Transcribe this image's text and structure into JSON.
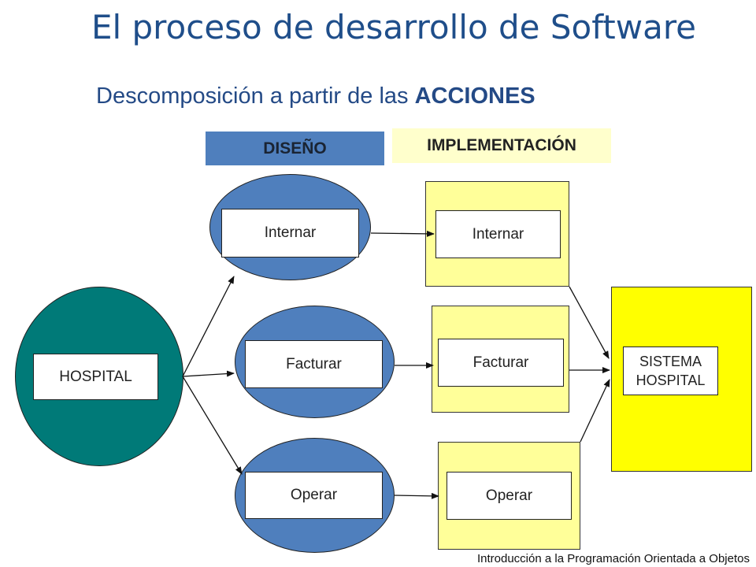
{
  "title": "El proceso de desarrollo de Software",
  "subtitle": {
    "prefix": "Descomposición a partir de las ",
    "emphasis": "ACCIONES"
  },
  "headers": {
    "design": "DISEÑO",
    "implementation": "IMPLEMENTACIÓN"
  },
  "root": "HOSPITAL",
  "design_actions": [
    "Internar",
    "Facturar",
    "Operar"
  ],
  "implementation_modules": [
    "Internar",
    "Facturar",
    "Operar"
  ],
  "system": {
    "line1": "SISTEMA",
    "line2": "HOSPITAL"
  },
  "footer": "Introducción a la Programación Orientada a Objetos"
}
